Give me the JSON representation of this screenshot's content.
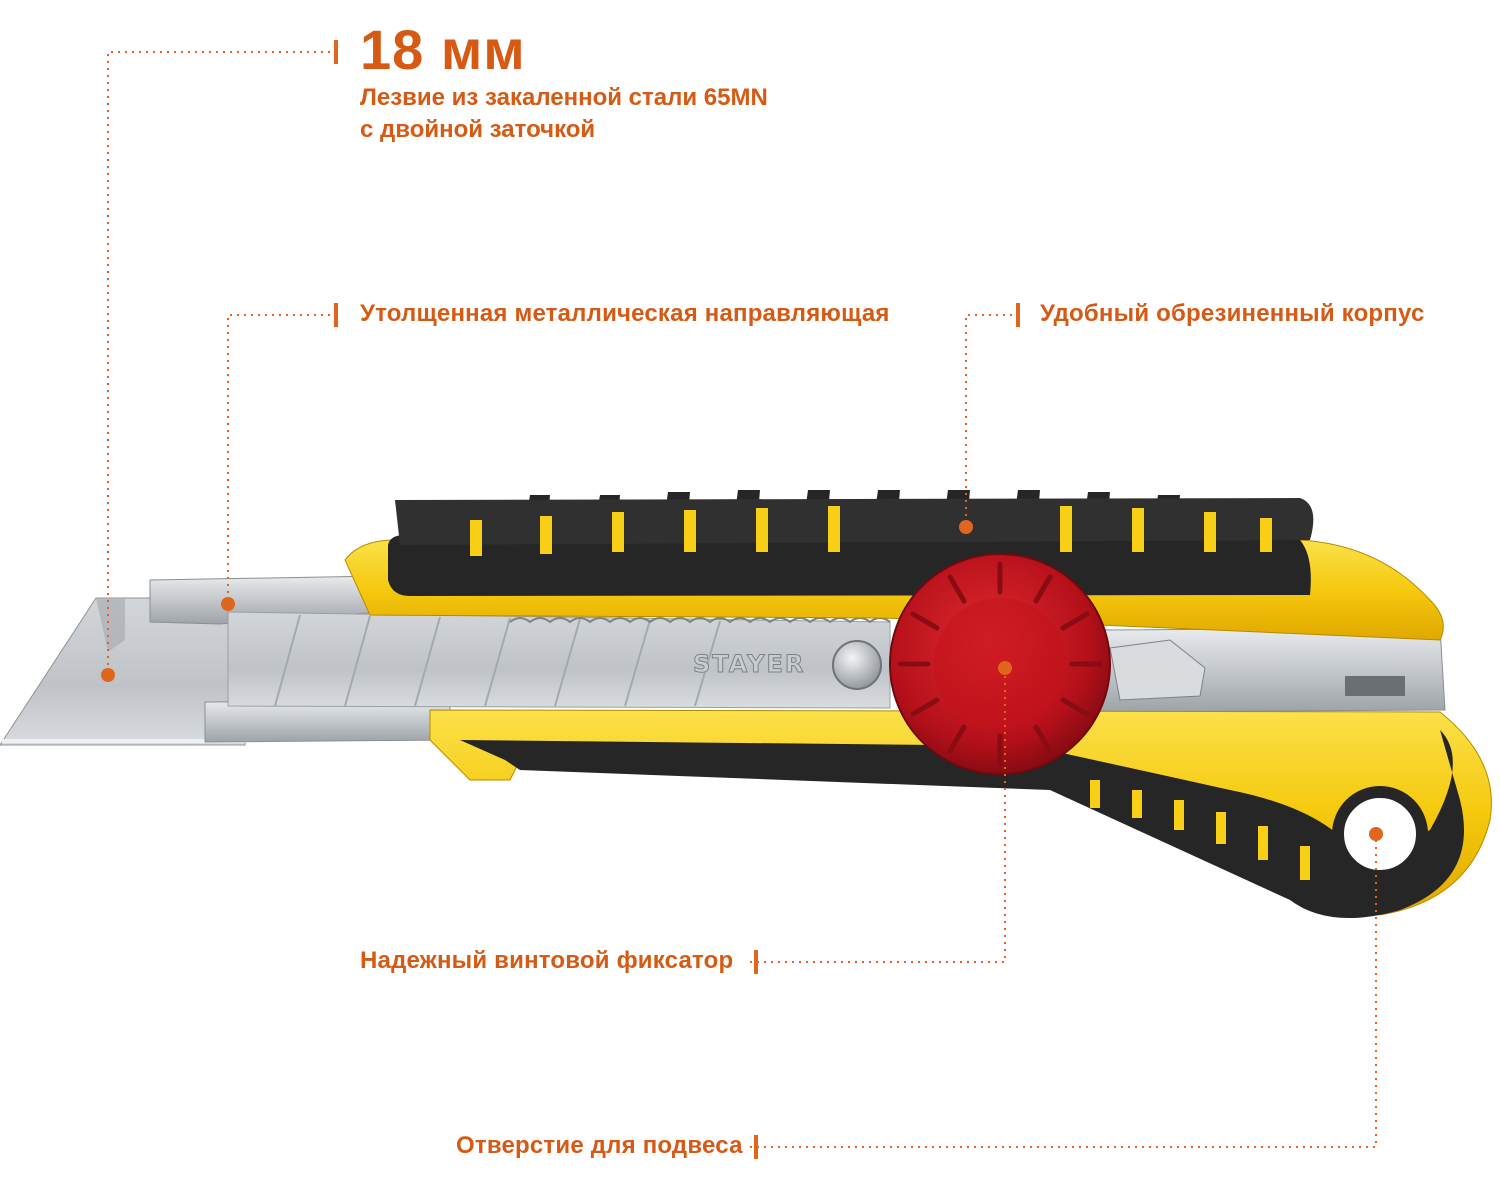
{
  "blade": {
    "size": "18 мм",
    "line1": "Лезвие из закаленной стали 65MN",
    "line2": "с двойной заточкой"
  },
  "callouts": {
    "guide": "Утолщенная металлическая направляющая",
    "body": "Удобный обрезиненный корпус",
    "lock": "Надежный винтовой фиксатор",
    "hole": "Отверстие для подвеса"
  },
  "product": {
    "brand": "STAYER"
  },
  "colors": {
    "accent": "#d65a14",
    "handle_yellow": "#f7cf16",
    "rubber_black": "#262626",
    "lock_red": "#c3131c",
    "steel": "#b8bcc0"
  }
}
